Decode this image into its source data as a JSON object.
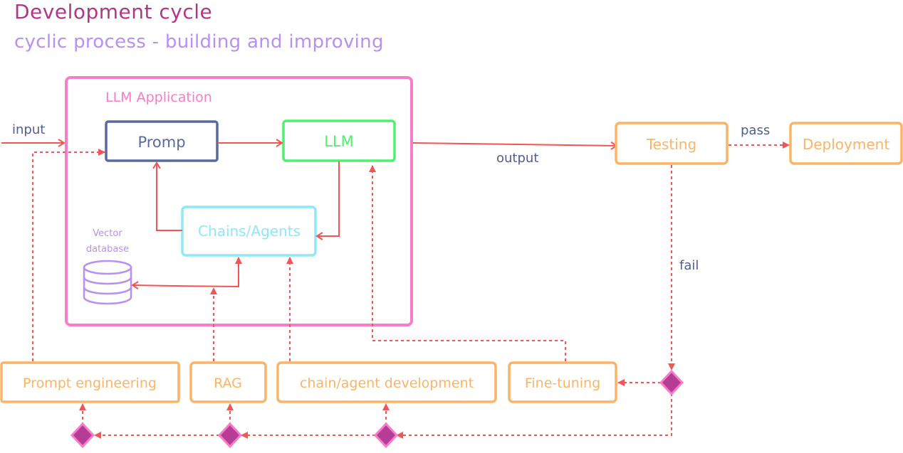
{
  "header": {
    "title": "Development cycle",
    "subtitle": "cyclic process - building and improving"
  },
  "colors": {
    "title": "#b2358a",
    "subtitle": "#b890f4",
    "app_border": "#f67ec8",
    "prompt_border": "#5a6a9c",
    "llm_border": "#4ef06e",
    "chains_border": "#8ee8f8",
    "orange": "#fbb466",
    "arrow": "#f25555",
    "navy_text": "#4f5d93",
    "vector_db": "#b890f4",
    "diamond_fill": "#b63c96",
    "diamond_border": "#f67ec8"
  },
  "app": {
    "label": "LLM Application",
    "prompt_label": "Promp",
    "llm_label": "LLM",
    "chains_label": "Chains/Agents",
    "vector_db_label_line1": "Vector",
    "vector_db_label_line2": "database"
  },
  "flow": {
    "input_label": "input",
    "output_label": "output",
    "pass_label": "pass",
    "fail_label": "fail",
    "testing_label": "Testing",
    "deployment_label": "Deployment"
  },
  "improvements": {
    "prompt_engineering": "Prompt engineering",
    "rag": "RAG",
    "chain_agent_dev": "chain/agent development",
    "fine_tuning": "Fine-tuning"
  }
}
